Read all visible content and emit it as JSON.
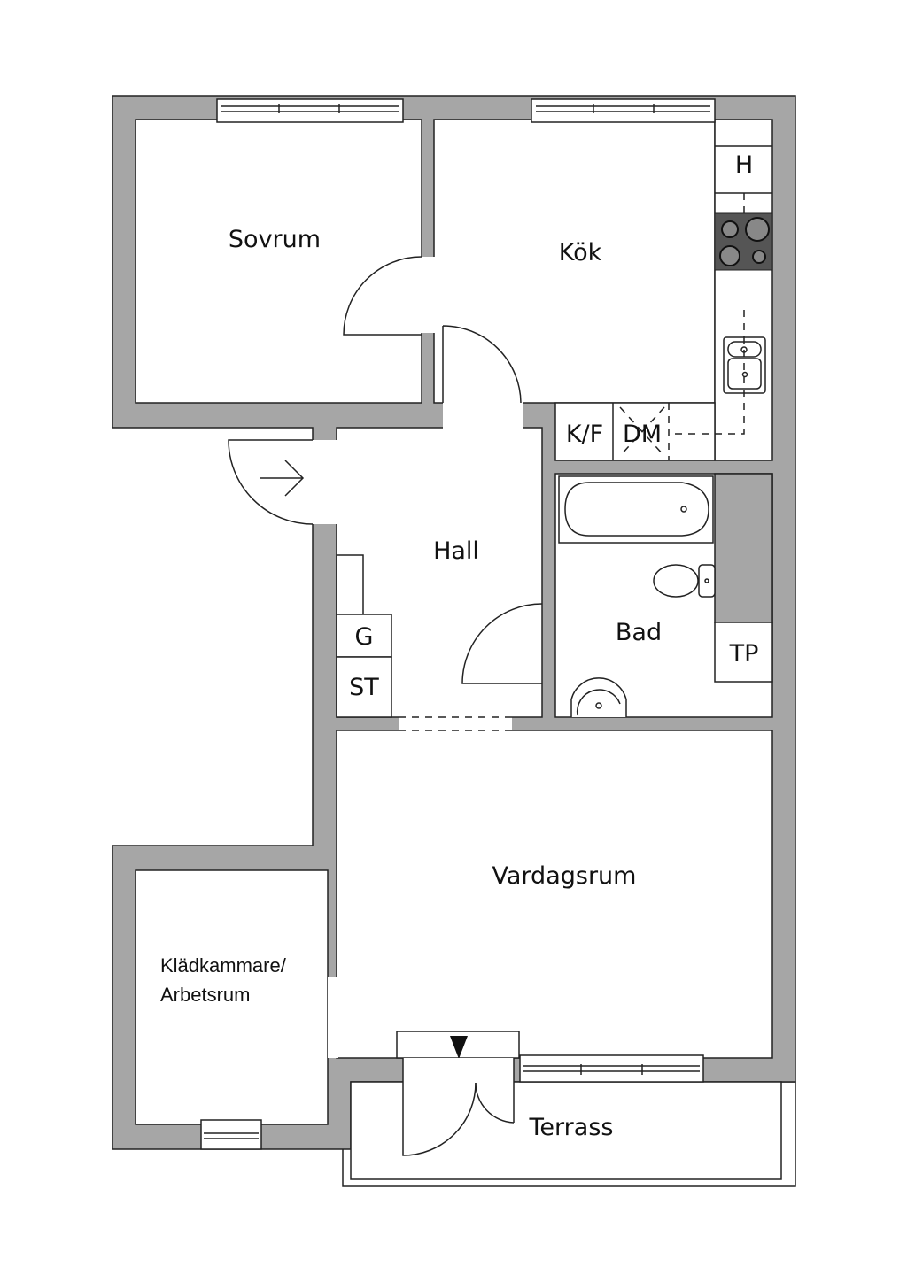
{
  "plan": {
    "rooms": {
      "sovrum": "Sovrum",
      "kok": "Kök",
      "hall": "Hall",
      "bad": "Bad",
      "vardagsrum": "Vardagsrum",
      "kladkammare_line1": "Klädkammare/",
      "kladkammare_line2": "Arbetsrum",
      "terrass": "Terrass"
    },
    "fixtures": {
      "h": "H",
      "kf": "K/F",
      "dm": "DM",
      "g": "G",
      "st": "ST",
      "tp": "TP"
    },
    "colors": {
      "wall": "#a6a6a6",
      "stove": "#555555"
    }
  }
}
